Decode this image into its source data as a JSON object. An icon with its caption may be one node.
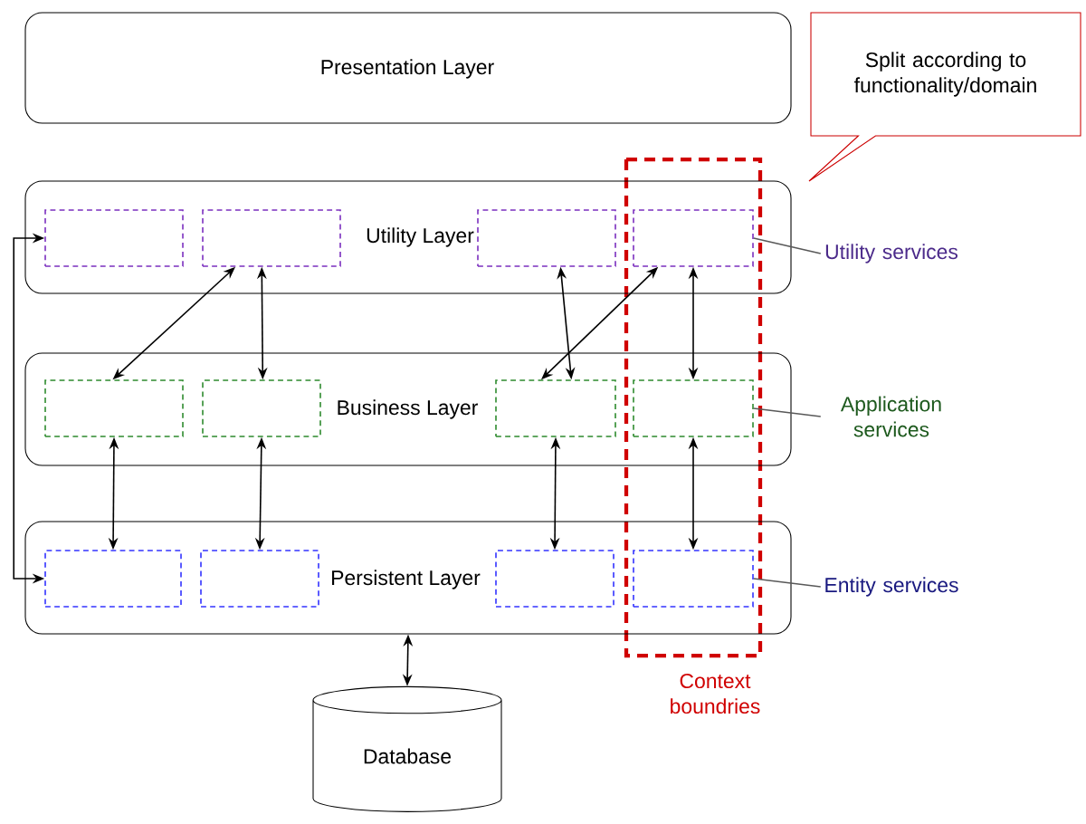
{
  "diagram": {
    "nodes": [
      {
        "text": [
          "Presentation Layer"
        ]
      },
      {
        "text": [
          "Split according to functionality/domain"
        ]
      },
      {
        "text": [
          "Utility Layer"
        ]
      },
      {
        "text": [],
        "shape": "box",
        "in": 2
      },
      {
        "text": [],
        "shape": "box",
        "in": 2
      },
      {
        "text": [],
        "shape": "box",
        "in": 2
      },
      {
        "text": [],
        "shape": "box",
        "in": 2
      },
      {
        "text": [
          "Utility services"
        ]
      },
      {
        "text": [
          "Business Layer"
        ]
      },
      {
        "text": [],
        "shape": "box",
        "in": 8
      },
      {
        "text": [],
        "shape": "box",
        "in": 8
      },
      {
        "text": [],
        "shape": "box",
        "in": 8
      },
      {
        "text": [],
        "shape": "box",
        "in": 8
      },
      {
        "text": [
          "Application services"
        ]
      },
      {
        "text": [
          "Persistent Layer"
        ]
      },
      {
        "text": [],
        "shape": "box",
        "in": 14
      },
      {
        "text": [],
        "shape": "box",
        "in": 14
      },
      {
        "text": [],
        "shape": "box",
        "in": 14
      },
      {
        "text": [],
        "shape": "box",
        "in": 14
      },
      {
        "text": [
          "Entity services"
        ]
      },
      {
        "text": [
          "Database"
        ]
      }
    ],
    "edges": [
      {
        "from": 3,
        "to": 15,
        "arrow": "both"
      },
      {
        "from": 4,
        "to": 9,
        "arrow": "both"
      },
      {
        "from": 4,
        "to": 10,
        "arrow": "both"
      },
      {
        "from": 5,
        "to": 11,
        "arrow": "both"
      },
      {
        "from": 6,
        "to": 11,
        "arrow": "both"
      },
      {
        "from": 6,
        "to": 12,
        "arrow": "both"
      },
      {
        "from": 6,
        "to": 7,
        "arrow": "none",
        "color": "#595959"
      },
      {
        "from": 9,
        "to": 15,
        "arrow": "both"
      },
      {
        "from": 10,
        "to": 16,
        "arrow": "both"
      },
      {
        "from": 11,
        "to": 17,
        "arrow": "both"
      },
      {
        "from": 12,
        "to": 18,
        "arrow": "both"
      },
      {
        "from": 12,
        "to": 13,
        "arrow": "none",
        "color": "#595959"
      },
      {
        "from": 18,
        "to": 19,
        "arrow": "none",
        "color": "#595959"
      },
      {
        "from": 14,
        "to": 20,
        "arrow": "both"
      }
    ],
    "labels": [
      "Context boundries"
    ]
  }
}
